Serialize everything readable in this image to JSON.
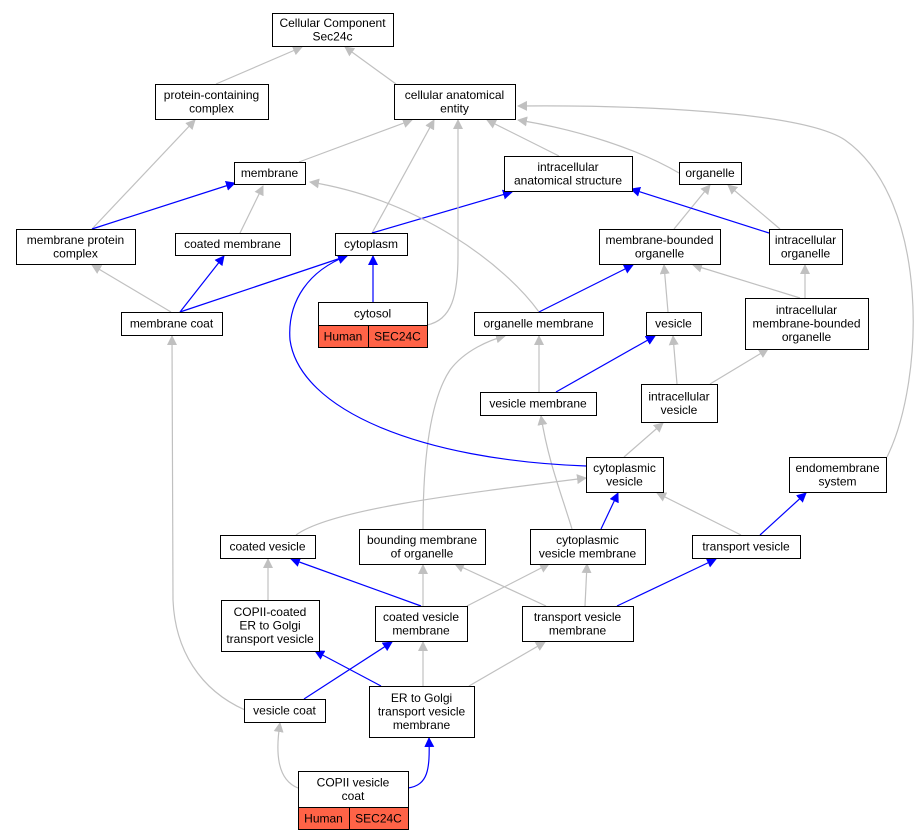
{
  "colors": {
    "is_a": "#c0c0c0",
    "part_of": "#0000ff",
    "annotation": "#ff6347"
  },
  "nodes": [
    {
      "id": "root",
      "label": [
        "Cellular Component",
        "Sec24c"
      ]
    },
    {
      "id": "pcc",
      "label": [
        "protein-containing",
        "complex"
      ]
    },
    {
      "id": "cae",
      "label": [
        "cellular anatomical",
        "entity"
      ]
    },
    {
      "id": "membrane",
      "label": [
        "membrane"
      ]
    },
    {
      "id": "ias",
      "label": [
        "intracellular",
        "anatomical structure"
      ]
    },
    {
      "id": "organelle",
      "label": [
        "organelle"
      ]
    },
    {
      "id": "mpc",
      "label": [
        "membrane protein",
        "complex"
      ]
    },
    {
      "id": "cmem",
      "label": [
        "coated membrane"
      ]
    },
    {
      "id": "cytoplasm",
      "label": [
        "cytoplasm"
      ]
    },
    {
      "id": "mbo",
      "label": [
        "membrane-bounded",
        "organelle"
      ]
    },
    {
      "id": "io",
      "label": [
        "intracellular",
        "organelle"
      ]
    },
    {
      "id": "mcoat",
      "label": [
        "membrane coat"
      ]
    },
    {
      "id": "cytosol",
      "label": [
        "cytosol"
      ],
      "annotations": [
        "Human",
        "SEC24C"
      ]
    },
    {
      "id": "omem",
      "label": [
        "organelle membrane"
      ]
    },
    {
      "id": "vesicle",
      "label": [
        "vesicle"
      ]
    },
    {
      "id": "imbo",
      "label": [
        "intracellular",
        "membrane-bounded",
        "organelle"
      ]
    },
    {
      "id": "vmem",
      "label": [
        "vesicle membrane"
      ]
    },
    {
      "id": "ivesicle",
      "label": [
        "intracellular",
        "vesicle"
      ]
    },
    {
      "id": "cvesicle",
      "label": [
        "cytoplasmic",
        "vesicle"
      ]
    },
    {
      "id": "endo",
      "label": [
        "endomembrane",
        "system"
      ]
    },
    {
      "id": "coatedv",
      "label": [
        "coated vesicle"
      ]
    },
    {
      "id": "bmo",
      "label": [
        "bounding membrane",
        "of organelle"
      ]
    },
    {
      "id": "cvm",
      "label": [
        "cytoplasmic",
        "vesicle membrane"
      ]
    },
    {
      "id": "tv",
      "label": [
        "transport vesicle"
      ]
    },
    {
      "id": "copiiv",
      "label": [
        "COPII-coated",
        "ER to Golgi",
        "transport vesicle"
      ]
    },
    {
      "id": "cvmem",
      "label": [
        "coated vesicle",
        "membrane"
      ]
    },
    {
      "id": "tvm",
      "label": [
        "transport vesicle",
        "membrane"
      ]
    },
    {
      "id": "vcoat",
      "label": [
        "vesicle coat"
      ]
    },
    {
      "id": "ergtvm",
      "label": [
        "ER to Golgi",
        "transport vesicle",
        "membrane"
      ]
    },
    {
      "id": "copiicoat",
      "label": [
        "COPII vesicle",
        "coat"
      ],
      "annotations": [
        "Human",
        "SEC24C"
      ]
    }
  ]
}
